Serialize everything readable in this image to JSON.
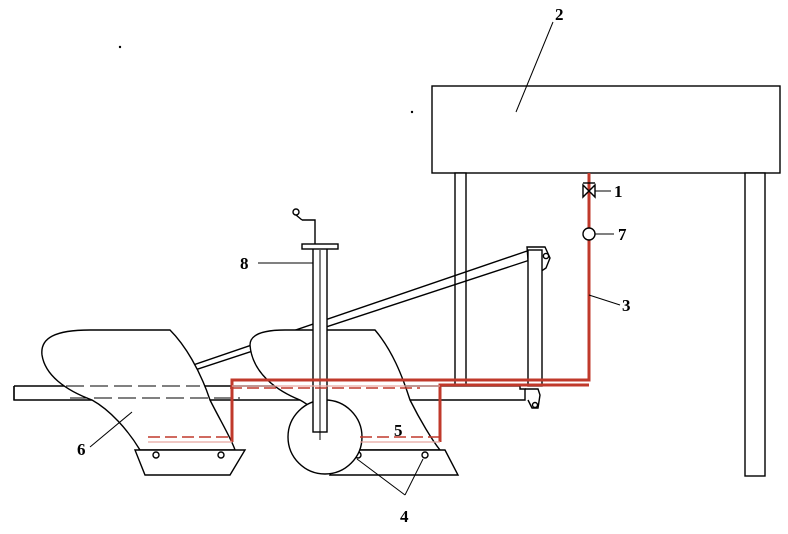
{
  "diagram": {
    "labels": {
      "l1": "1",
      "l2": "2",
      "l3": "3",
      "l4": "4",
      "l5": "5",
      "l6": "6",
      "l7": "7",
      "l8": "8"
    },
    "colors": {
      "pipe": "#c0392b",
      "line": "#000000",
      "background": "#ffffff"
    }
  }
}
